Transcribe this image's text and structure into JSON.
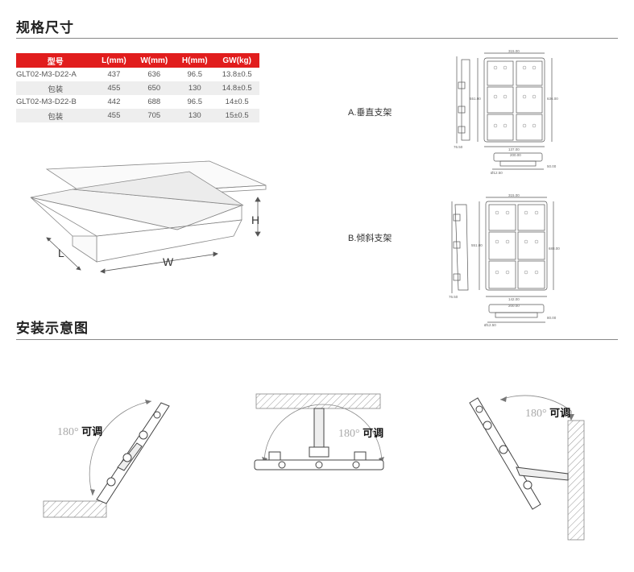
{
  "sections": {
    "specs_title": "规格尺寸",
    "install_title": "安装示意图"
  },
  "table": {
    "headers": [
      "型号",
      "L(mm)",
      "W(mm)",
      "H(mm)",
      "GW(kg)"
    ],
    "rows": [
      [
        "GLT02-M3-D22-A",
        "437",
        "636",
        "96.5",
        "13.8±0.5"
      ],
      [
        "包装",
        "455",
        "650",
        "130",
        "14.8±0.5"
      ],
      [
        "GLT02-M3-D22-B",
        "442",
        "688",
        "96.5",
        "14±0.5"
      ],
      [
        "包装",
        "455",
        "705",
        "130",
        "15±0.5"
      ]
    ]
  },
  "box": {
    "l": "L",
    "w": "W",
    "h": "H"
  },
  "brackets": {
    "a_label": "A.垂直支架",
    "b_label": "B.倾斜支架",
    "a_dims": {
      "top": "315.00",
      "left": "551.00",
      "right": "636.00",
      "bottom": "137.00",
      "side": "76.50",
      "base": "200.00",
      "hole": "Ø12.50",
      "h": "50.00"
    },
    "b_dims": {
      "top": "315.00",
      "left": "551.00",
      "right": "688.00",
      "bottom": "142.00",
      "side": "76.50",
      "base": "200.00",
      "hole": "Ø12.50",
      "h": "80.00"
    }
  },
  "install": {
    "angle": "180°",
    "adjustable": "可调"
  }
}
